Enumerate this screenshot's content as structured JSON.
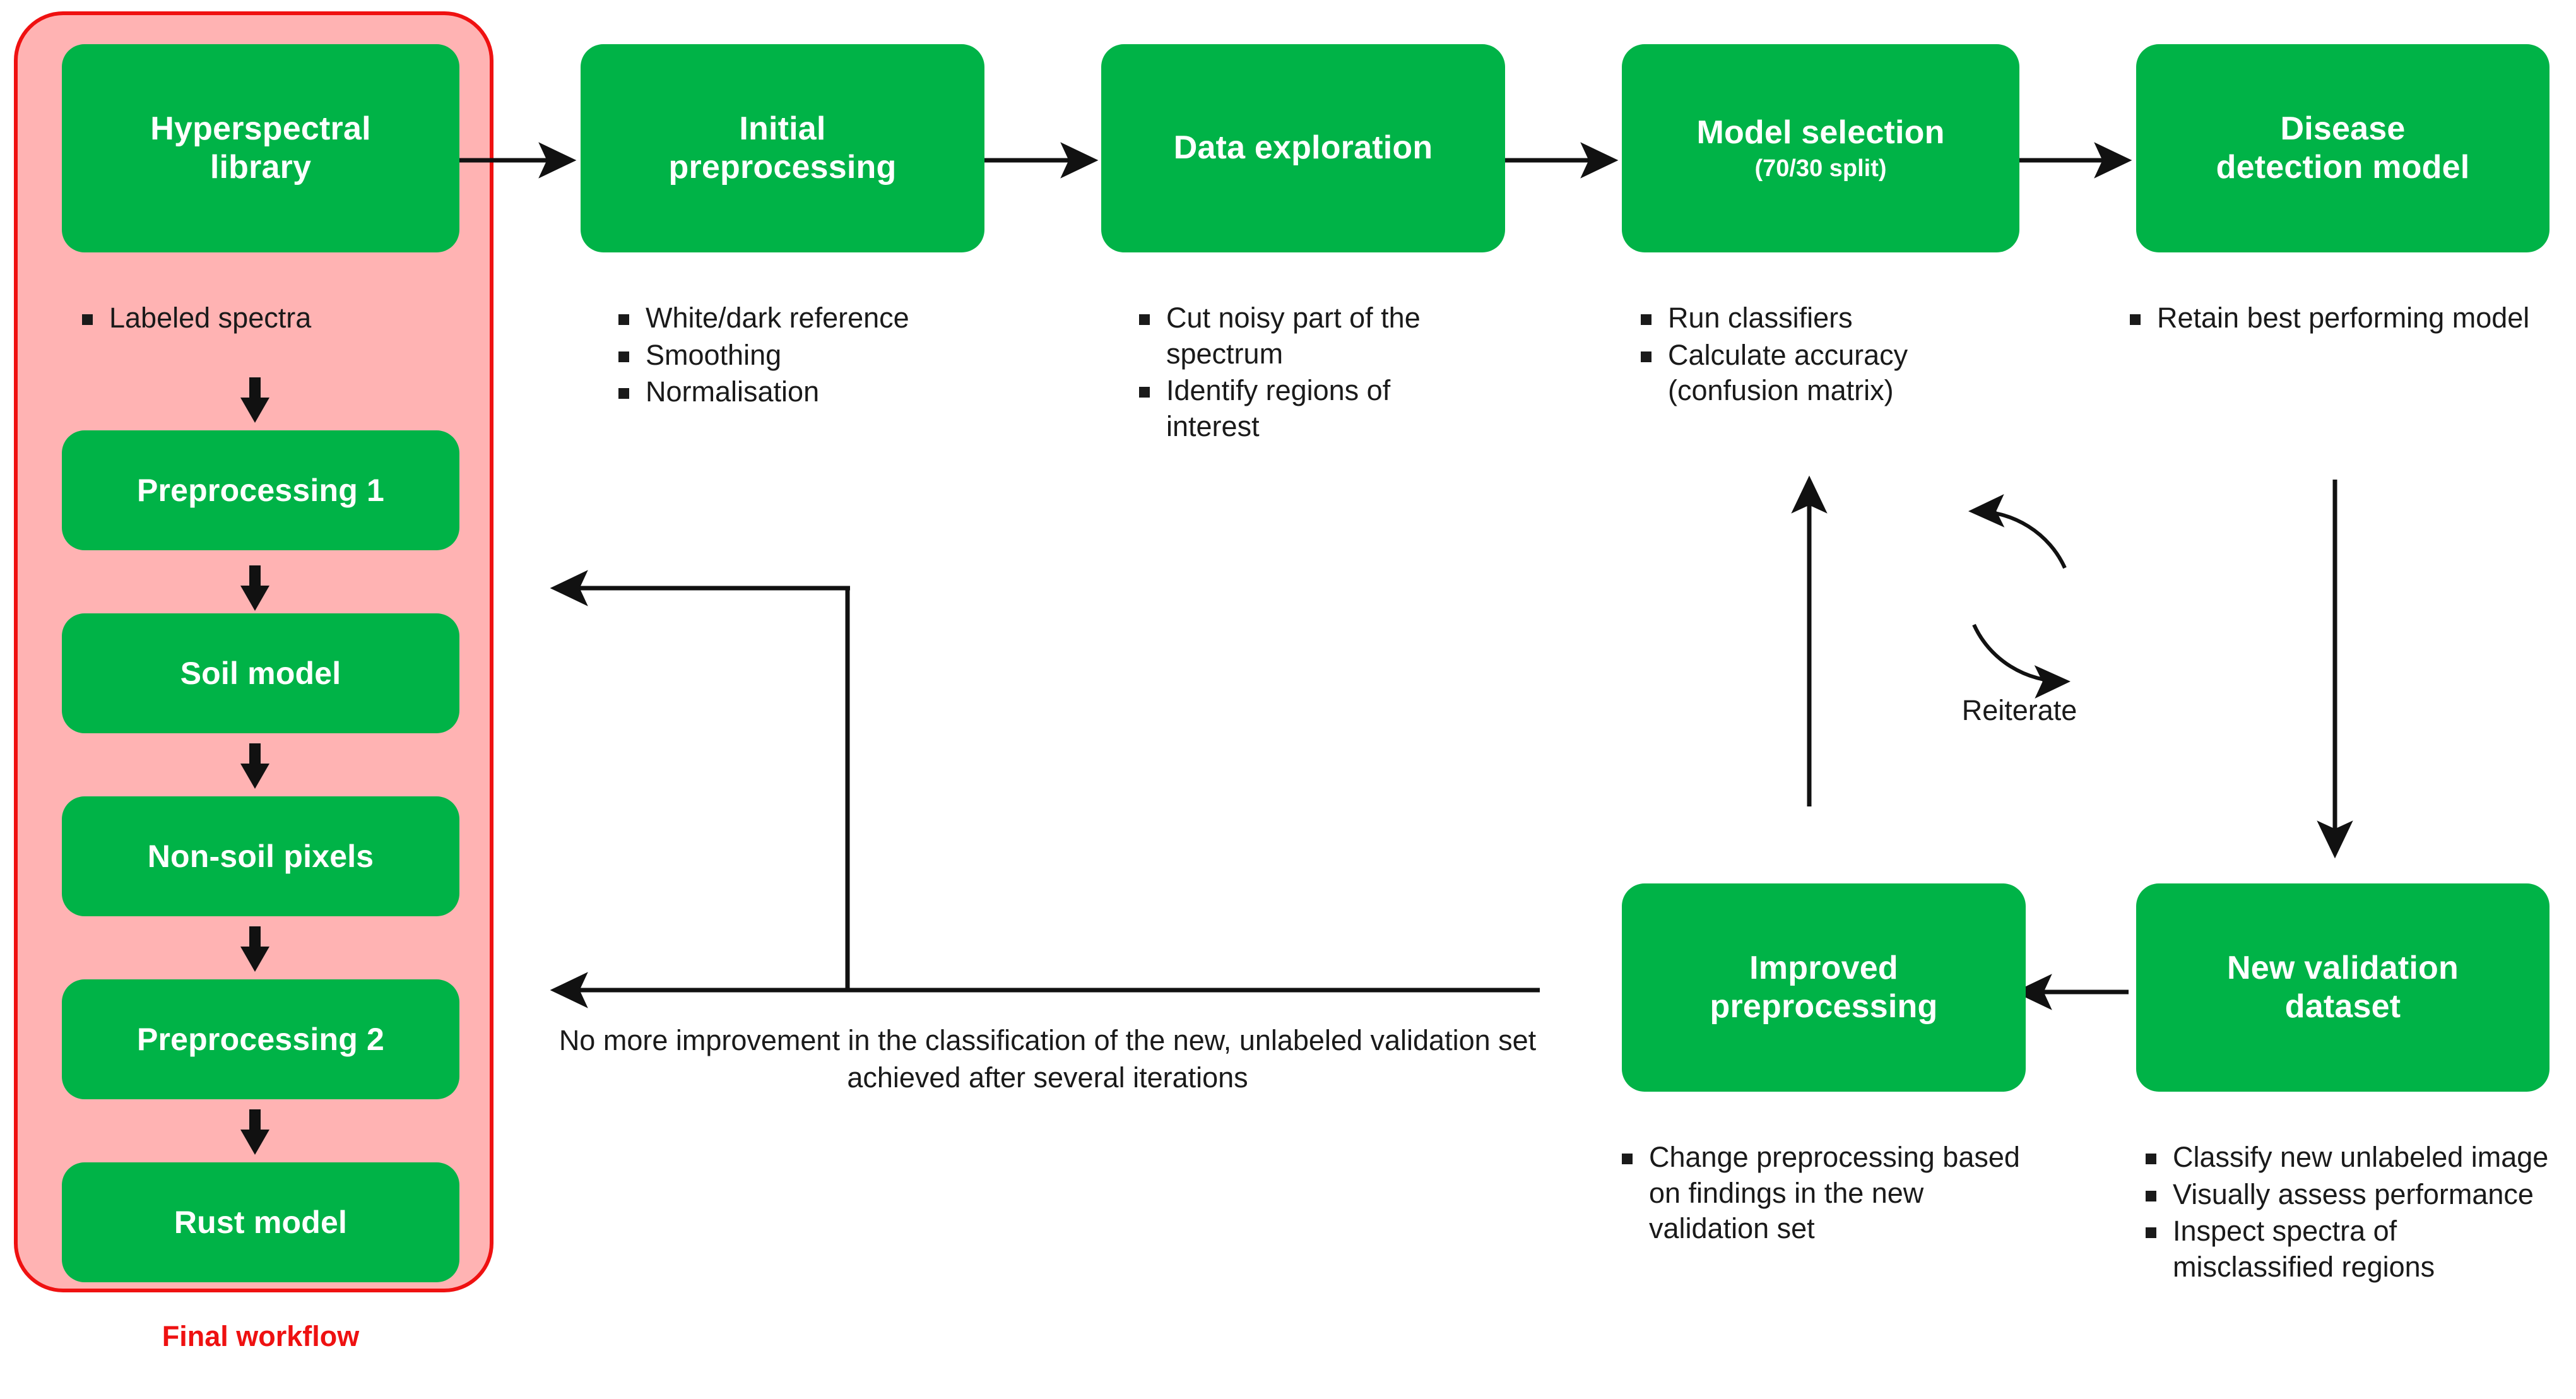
{
  "diagram": {
    "title_label": "Final workflow",
    "colors": {
      "node_fill": "#00b347",
      "node_text": "#ffffff",
      "group_fill": "#ffb3b3",
      "group_border": "#ef1111",
      "group_label": "#ee1111",
      "connector": "#111111",
      "body_text": "#1a1a1a"
    },
    "nodes": {
      "hyperspectral_library": "Hyperspectral\nlibrary",
      "preprocessing_1": "Preprocessing 1",
      "soil_model": "Soil model",
      "non_soil_pixels": "Non-soil pixels",
      "preprocessing_2": "Preprocessing 2",
      "rust_model": "Rust model",
      "initial_preprocessing": "Initial\npreprocessing",
      "data_exploration": "Data exploration",
      "model_selection": "Model selection",
      "model_selection_sub": "(70/30 split)",
      "disease_detection_model": "Disease\ndetection model",
      "improved_preprocessing": "Improved\npreprocessing",
      "new_validation_dataset": "New validation\ndataset"
    },
    "bullets": {
      "hyperspectral_library": [
        "Labeled spectra"
      ],
      "initial_preprocessing": [
        "White/dark reference",
        "Smoothing",
        "Normalisation"
      ],
      "data_exploration": [
        "Cut noisy part of the spectrum",
        "Identify regions of interest"
      ],
      "model_selection": [
        "Run classifiers",
        "Calculate accuracy (confusion matrix)"
      ],
      "disease_detection_model": [
        "Retain best performing model"
      ],
      "improved_preprocessing": [
        "Change preprocessing based on findings in the new validation set"
      ],
      "new_validation_dataset": [
        "Classify new unlabeled image",
        "Visually assess performance",
        "Inspect spectra of misclassified regions"
      ]
    },
    "annotations": {
      "reiterate": "Reiterate",
      "no_improvement": "No more improvement in the classification of the new, unlabeled validation set achieved after several iterations"
    }
  }
}
